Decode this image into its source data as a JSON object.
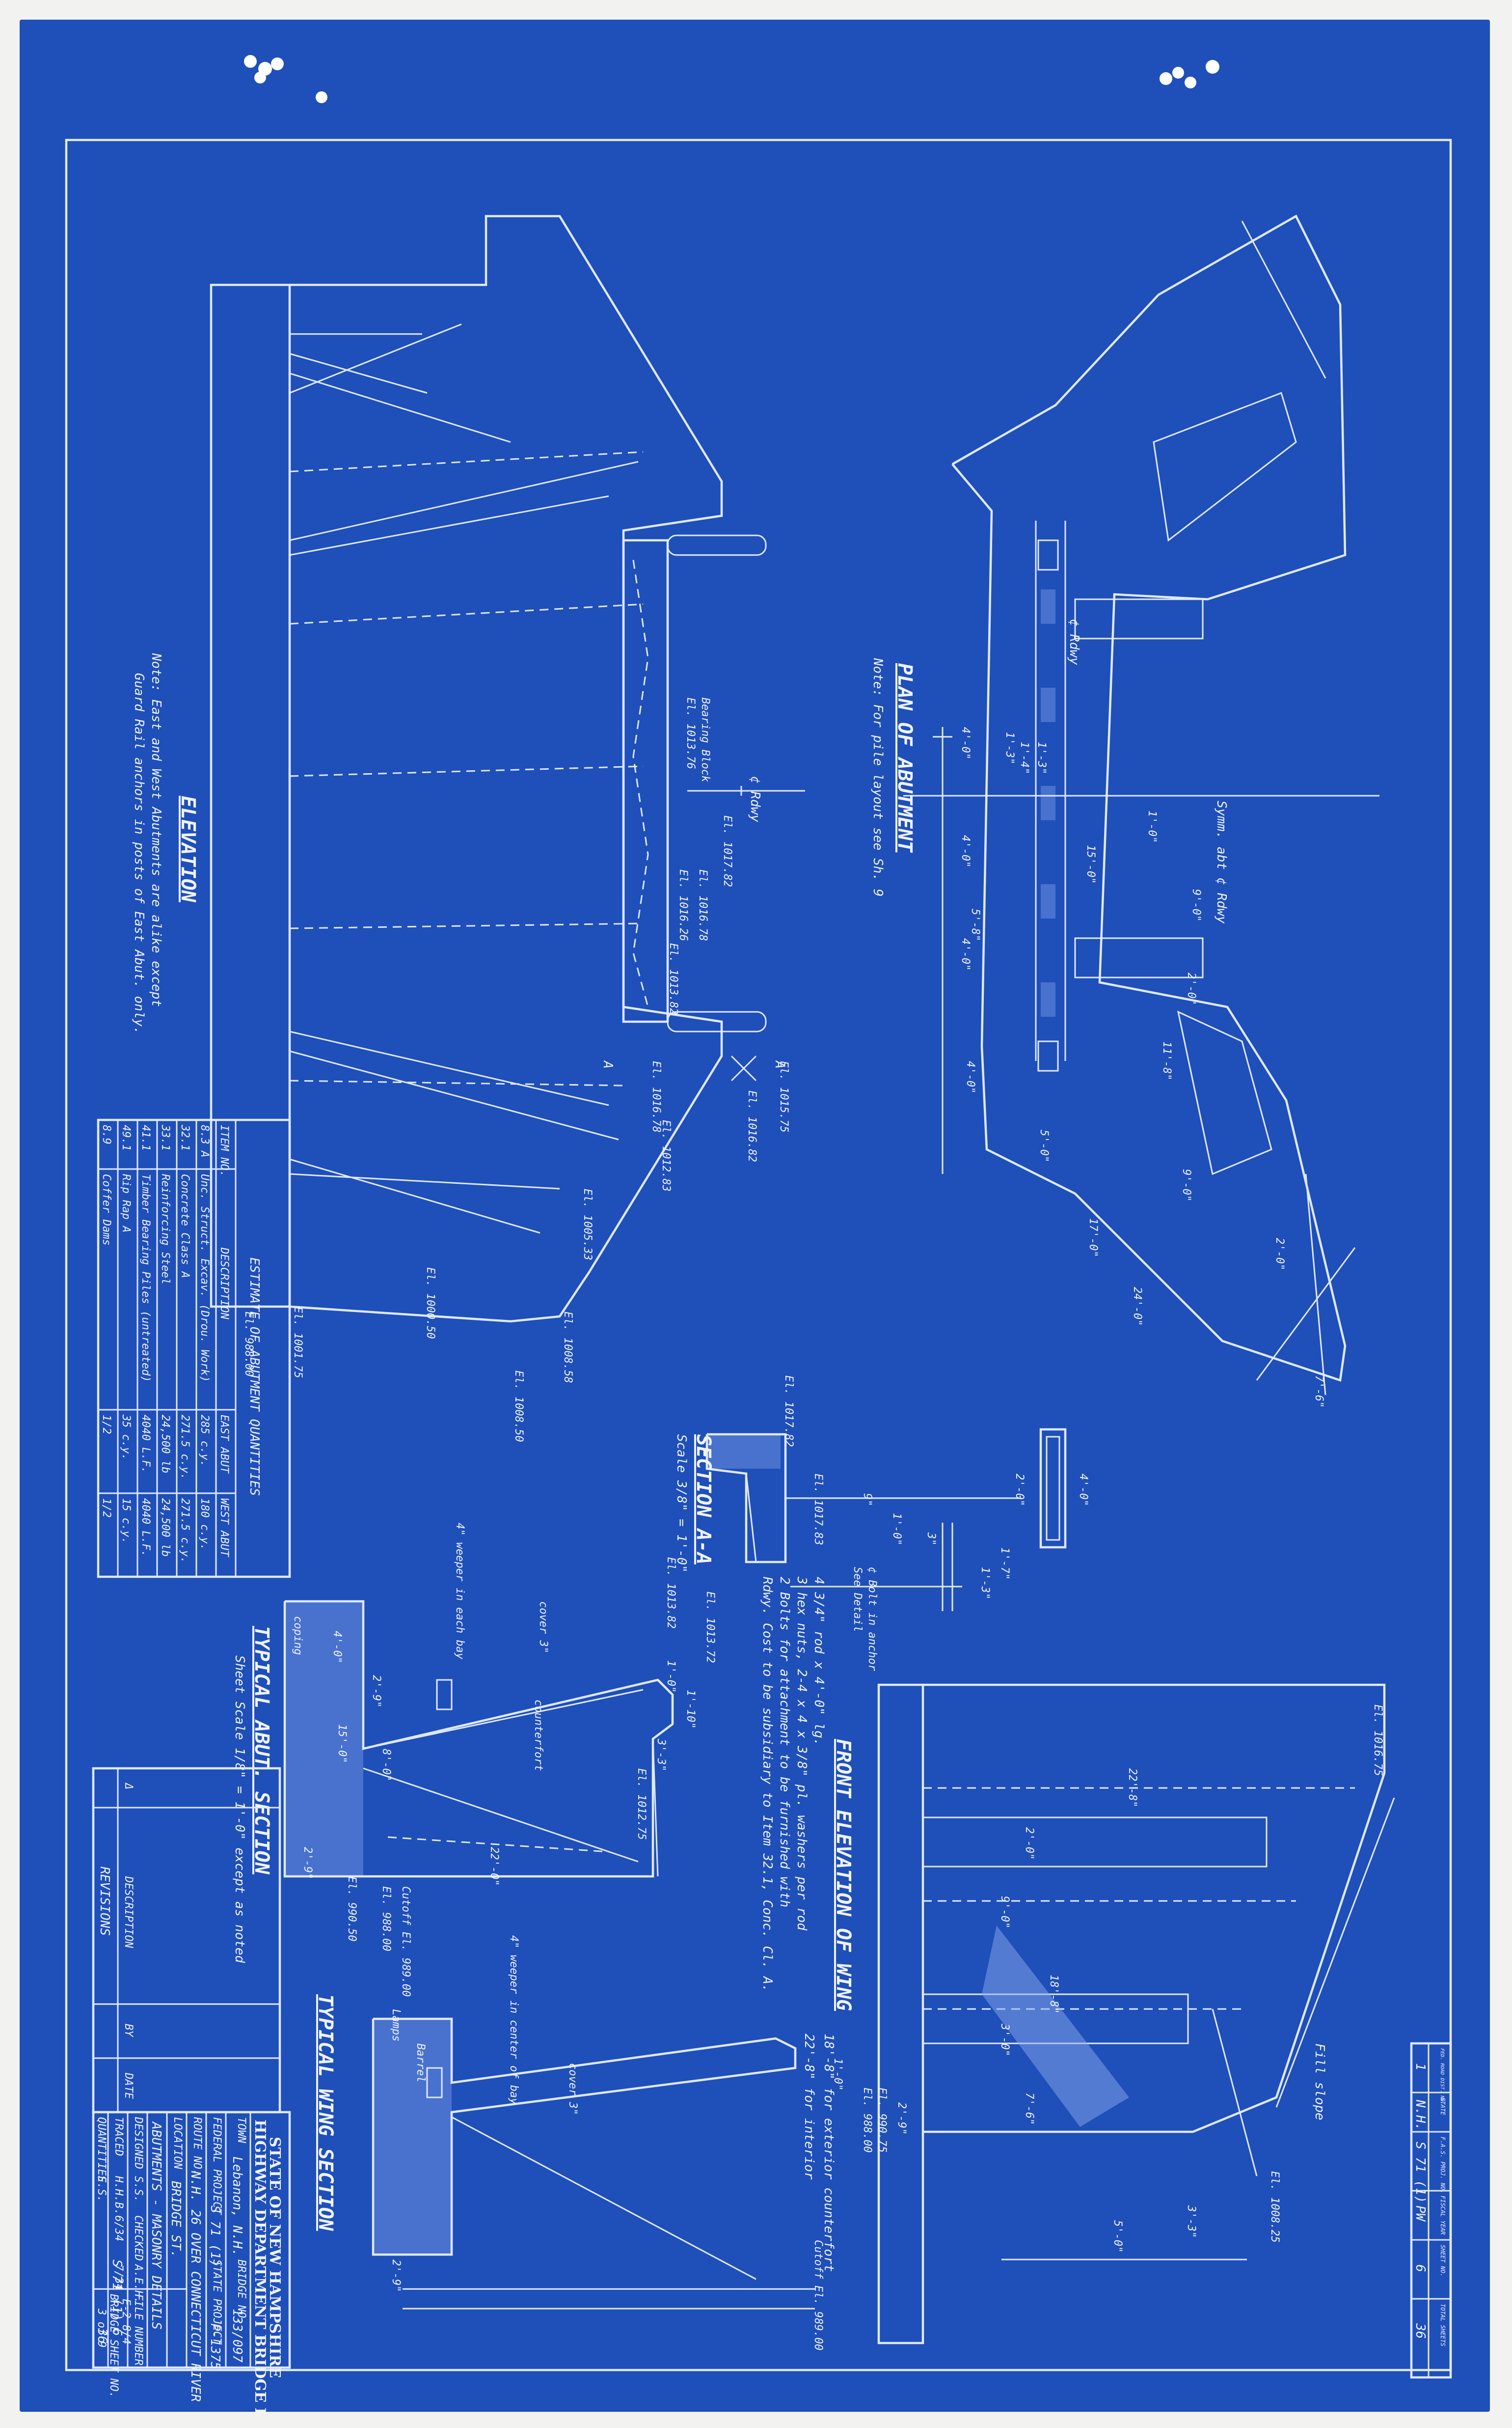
{
  "views": {
    "elevation": {
      "title": "ELEVATION",
      "note_line1": "Note: East and West Abutments are alike except",
      "note_line2": "Guard Rail anchors in posts of East Abut. only.",
      "roadway_label": "¢ Rdwy",
      "bearing_label": "Bearing Block",
      "bearing_elev": "El. 1013.76",
      "section_marks": [
        "A",
        "A"
      ],
      "elevations": [
        "El. 1017.82",
        "El. 1016.78",
        "El. 1016.26",
        "El. 1013.82",
        "El. 1016.78",
        "El. 1015.75",
        "El. 1012.83",
        "El. 1016.82",
        "El. 1005.33",
        "El. 1000.50",
        "El. 1008.58",
        "El. 1008.50",
        "El. 988.00",
        "El. 1001.75"
      ]
    },
    "plan": {
      "title": "PLAN OF ABUTMENT",
      "note": "Note: For pile layout see Sh. 9",
      "roadway_label": "¢ Rdwy",
      "symm_label": "Symm. abt ¢ Rdwy",
      "dims": [
        "4'-0\"",
        "1'-3\"",
        "1'-4\"",
        "1'-3\"",
        "4'-0\"",
        "15'-0\"",
        "5'-8\"",
        "4'-0\"",
        "9'-0\"",
        "2'-0\"",
        "1'-0\"",
        "4'-0\"",
        "5'-0\"",
        "9'-0\"",
        "17'-0\"",
        "24'-0\"",
        "7'-6\"",
        "2'-0\"",
        "11'-8\""
      ]
    },
    "section_aa": {
      "title": "SECTION A-A",
      "scale": "Scale 3/8\" = 1'-0\"",
      "elevs": [
        "El. 1017.82",
        "El. 1017.83"
      ],
      "dims": [
        "9\"",
        "1'-0\"",
        "3\"",
        "4'-0\"",
        "2'-0\"",
        "1'-7\"",
        "1'-3\""
      ]
    },
    "rail_note": {
      "line1": "4 3/4\" rod x 4'-0\" lg.",
      "line2": "3 hex nuts, 2-4 x 4 x 3/8\" pl. washers per rod",
      "line3": "2 Bolts for attachment to be furnished with",
      "line4": "Rdwy. Cost to be subsidiary to Item 32.1, Conc. Cl. A.",
      "sub1": "¢ Bolt in anchor",
      "sub2": "See Detail"
    },
    "front_wing": {
      "title": "FRONT ELEVATION OF WING",
      "fill_label": "Fill slope",
      "dims": [
        "22'-8\"",
        "2'-0\"",
        "9'-0\"",
        "18'-8\"",
        "3'-0\"",
        "2'-9\"",
        "5'-0\"",
        "3'-3\"",
        "7'-6\""
      ],
      "elevs": [
        "El. 1016.75",
        "El. 1008.25",
        "El. 990.75",
        "El. 988.00"
      ]
    },
    "typical_abut": {
      "title": "TYPICAL ABUT. SECTION",
      "scale": "Sheet Scale 1/8\" = 1'-0\" except as noted",
      "weeper": "4\" weeper in each bay",
      "labels": [
        "coping",
        "counterfort",
        "cover 3\"",
        "Cutoff El. 989.00"
      ],
      "dims": [
        "4'-0\"",
        "2'-9\"",
        "15'-0\"",
        "8'-0\"",
        "22'-0\"",
        "2'-9\"",
        "3'-3\"",
        "1'-10\"",
        "1'-0\""
      ],
      "elevs": [
        "El. 1013.82",
        "El. 1013.72",
        "El. 1012.75",
        "El. 988.00",
        "El. 990.50"
      ]
    },
    "typical_wing": {
      "title": "TYPICAL WING SECTION",
      "weeper": "4\" weeper in center of bay",
      "labels": [
        "Barrel",
        "Lamps",
        "cover 3\""
      ],
      "note1": "18'-8\" for exterior counterfort",
      "note2": "22'-8\" for interior",
      "dims": [
        "2'-9\"",
        "1'-0\""
      ],
      "elevs": [
        "Cutoff El. 989.00"
      ]
    }
  },
  "estimate": {
    "title": "ESTIMATE OF ABUTMENT QUANTITIES",
    "headers": [
      "ITEM NO.",
      "DESCRIPTION",
      "EAST ABUT",
      "WEST ABUT"
    ],
    "rows": [
      [
        "8.3 A",
        "Unc. Struct. Excav. (Drou. Work)",
        "285 c.y.",
        "180 c.y."
      ],
      [
        "32.1",
        "Concrete Class A",
        "271.5 c.y.",
        "271.5 c.y."
      ],
      [
        "33.1",
        "Reinforcing Steel",
        "24,500 lb",
        "24,500 lb"
      ],
      [
        "41.1",
        "Timber Bearing Piles (untreated)",
        "4040 L.F.",
        "4040 L.F."
      ],
      [
        "49.1",
        "Rip Rap A",
        "35 c.y.",
        "15 c.y."
      ],
      [
        "8.9",
        "Coffer Dams",
        "1/2",
        "1/2"
      ]
    ]
  },
  "revisions": {
    "title": "REVISIONS",
    "headers": [
      "Δ",
      "DESCRIPTION",
      "BY",
      "DATE"
    ]
  },
  "title_block": {
    "state": "STATE OF NEW HAMPSHIRE",
    "dept": "HIGHWAY DEPARTMENT BRIDGE DIVISION",
    "town_label": "TOWN",
    "town": "Lebanon, N.H.",
    "bridge_no_label": "BRIDGE NO.",
    "bridge_no": "133/097",
    "federal_label": "FEDERAL PROJECT",
    "federal": "S 71 (1)",
    "state_proj_label": "STATE PROJECT",
    "state_proj": "P-1375",
    "route_label": "ROUTE NO.",
    "route": "N.H. 26 OVER CONNECTICUT RIVER",
    "location_label": "LOCATION",
    "location": "BRIDGE ST.",
    "subject": "ABUTMENTS - MASONRY DETAILS",
    "designed_label": "DESIGNED",
    "designed": "S.S.",
    "traced_label": "TRACED",
    "traced": "H.H.B.",
    "quantities_label": "QUANTITIES",
    "quantities": "E.S.",
    "checked_label": "CHECKED",
    "checked": "A.E.H.",
    "date1": "6/34",
    "date2": "7/34",
    "file_label": "FILE NUMBER",
    "file_no": "E-2 8/4",
    "sheet_label": "BRIDGE SHEET NO.",
    "sheet_no": "3 of 9",
    "fed_proj_bottom": "S 71 (1)",
    "sheet_num": "6",
    "total_sheets": "36"
  },
  "corner_block": {
    "headers": [
      "FED. ROAD DIST. NO.",
      "STATE",
      "F.A.S. PROJ. NO.",
      "FISCAL YEAR",
      "SHEET NO.",
      "TOTAL SHEETS"
    ],
    "values": [
      "1",
      "N.H.",
      "S 71 (1)",
      "PW",
      "6",
      "36"
    ]
  }
}
